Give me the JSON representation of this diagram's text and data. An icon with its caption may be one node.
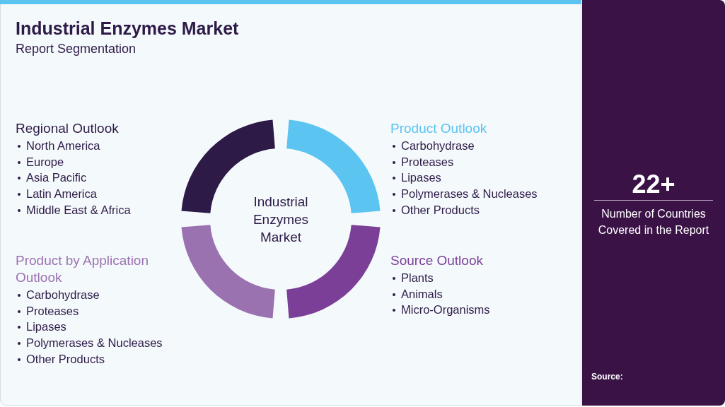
{
  "diagram": {
    "title": "Industrial Enzymes Market",
    "nodes": [
      {
        "text": [
          "Industrial Enzymes Market"
        ]
      }
    ],
    "labels": [
      "Report Segmentation",
      "Regional Outlook",
      "North America",
      "Europe",
      "Asia Pacific",
      "Latin America",
      "Middle East & Africa",
      "Product Outlook",
      "Carbohydrase",
      "Proteases",
      "Lipases",
      "Polymerases & Nucleases",
      "Other Products",
      "Product by Application Outlook",
      "Carbohydrase",
      "Proteases",
      "Lipases",
      "Polymerases & Nucleases",
      "Other Products",
      "Source Outlook",
      "Plants",
      "Animals",
      "Micro-Organisms",
      "22+",
      "Number of Countries Covered in the Report",
      "Source:"
    ]
  }
}
